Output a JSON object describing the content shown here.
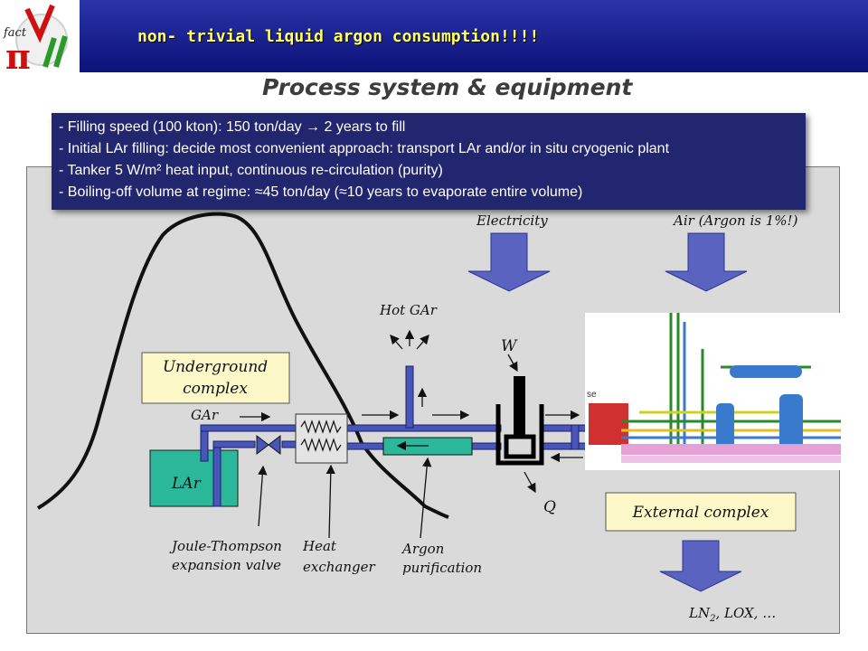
{
  "header": {
    "slide_title": "non- trivial liquid argon consumption!!!!",
    "logo_text": "fact"
  },
  "heading": "Process system & equipment",
  "bullets": [
    "- Filling speed (100 kton): 150 ton/day → 2 years to fill",
    "- Initial LAr filling: decide most convenient approach: transport LAr and/or in situ cryogenic plant",
    "- Tanker 5 W/m² heat input, continuous re-circulation (purity)",
    "- Boiling-off volume at regime: ≈45 ton/day (≈10 years to evaporate entire volume)"
  ],
  "diagram": {
    "electricity": "Electricity",
    "air": "Air (Argon is 1%!)",
    "hot_gar": "Hot GAr",
    "w": "W",
    "q": "Q",
    "underground_line1": "Underground",
    "underground_line2": "complex",
    "gar": "GAr",
    "lar": "LAr",
    "jt_line1": "Joule-Thompson",
    "jt_line2": "expansion valve",
    "hx_line1": "Heat",
    "hx_line2": "exchanger",
    "purif_line1": "Argon",
    "purif_line2": "purification",
    "external_complex": "External complex",
    "output_prefix": "LN",
    "output_sub": "2",
    "output_suffix": ", LOX, …",
    "plant_partial_label": "se"
  },
  "colors": {
    "header_bar": "#141a8a",
    "header_text": "#ffff66",
    "bullet_box": "#22266e",
    "pipe": "#4a55b8",
    "arrow_fill": "#5a64c0",
    "lar_tank": "#2bb89a",
    "label_box": "#fdf8c8",
    "panel": "#dadada"
  }
}
